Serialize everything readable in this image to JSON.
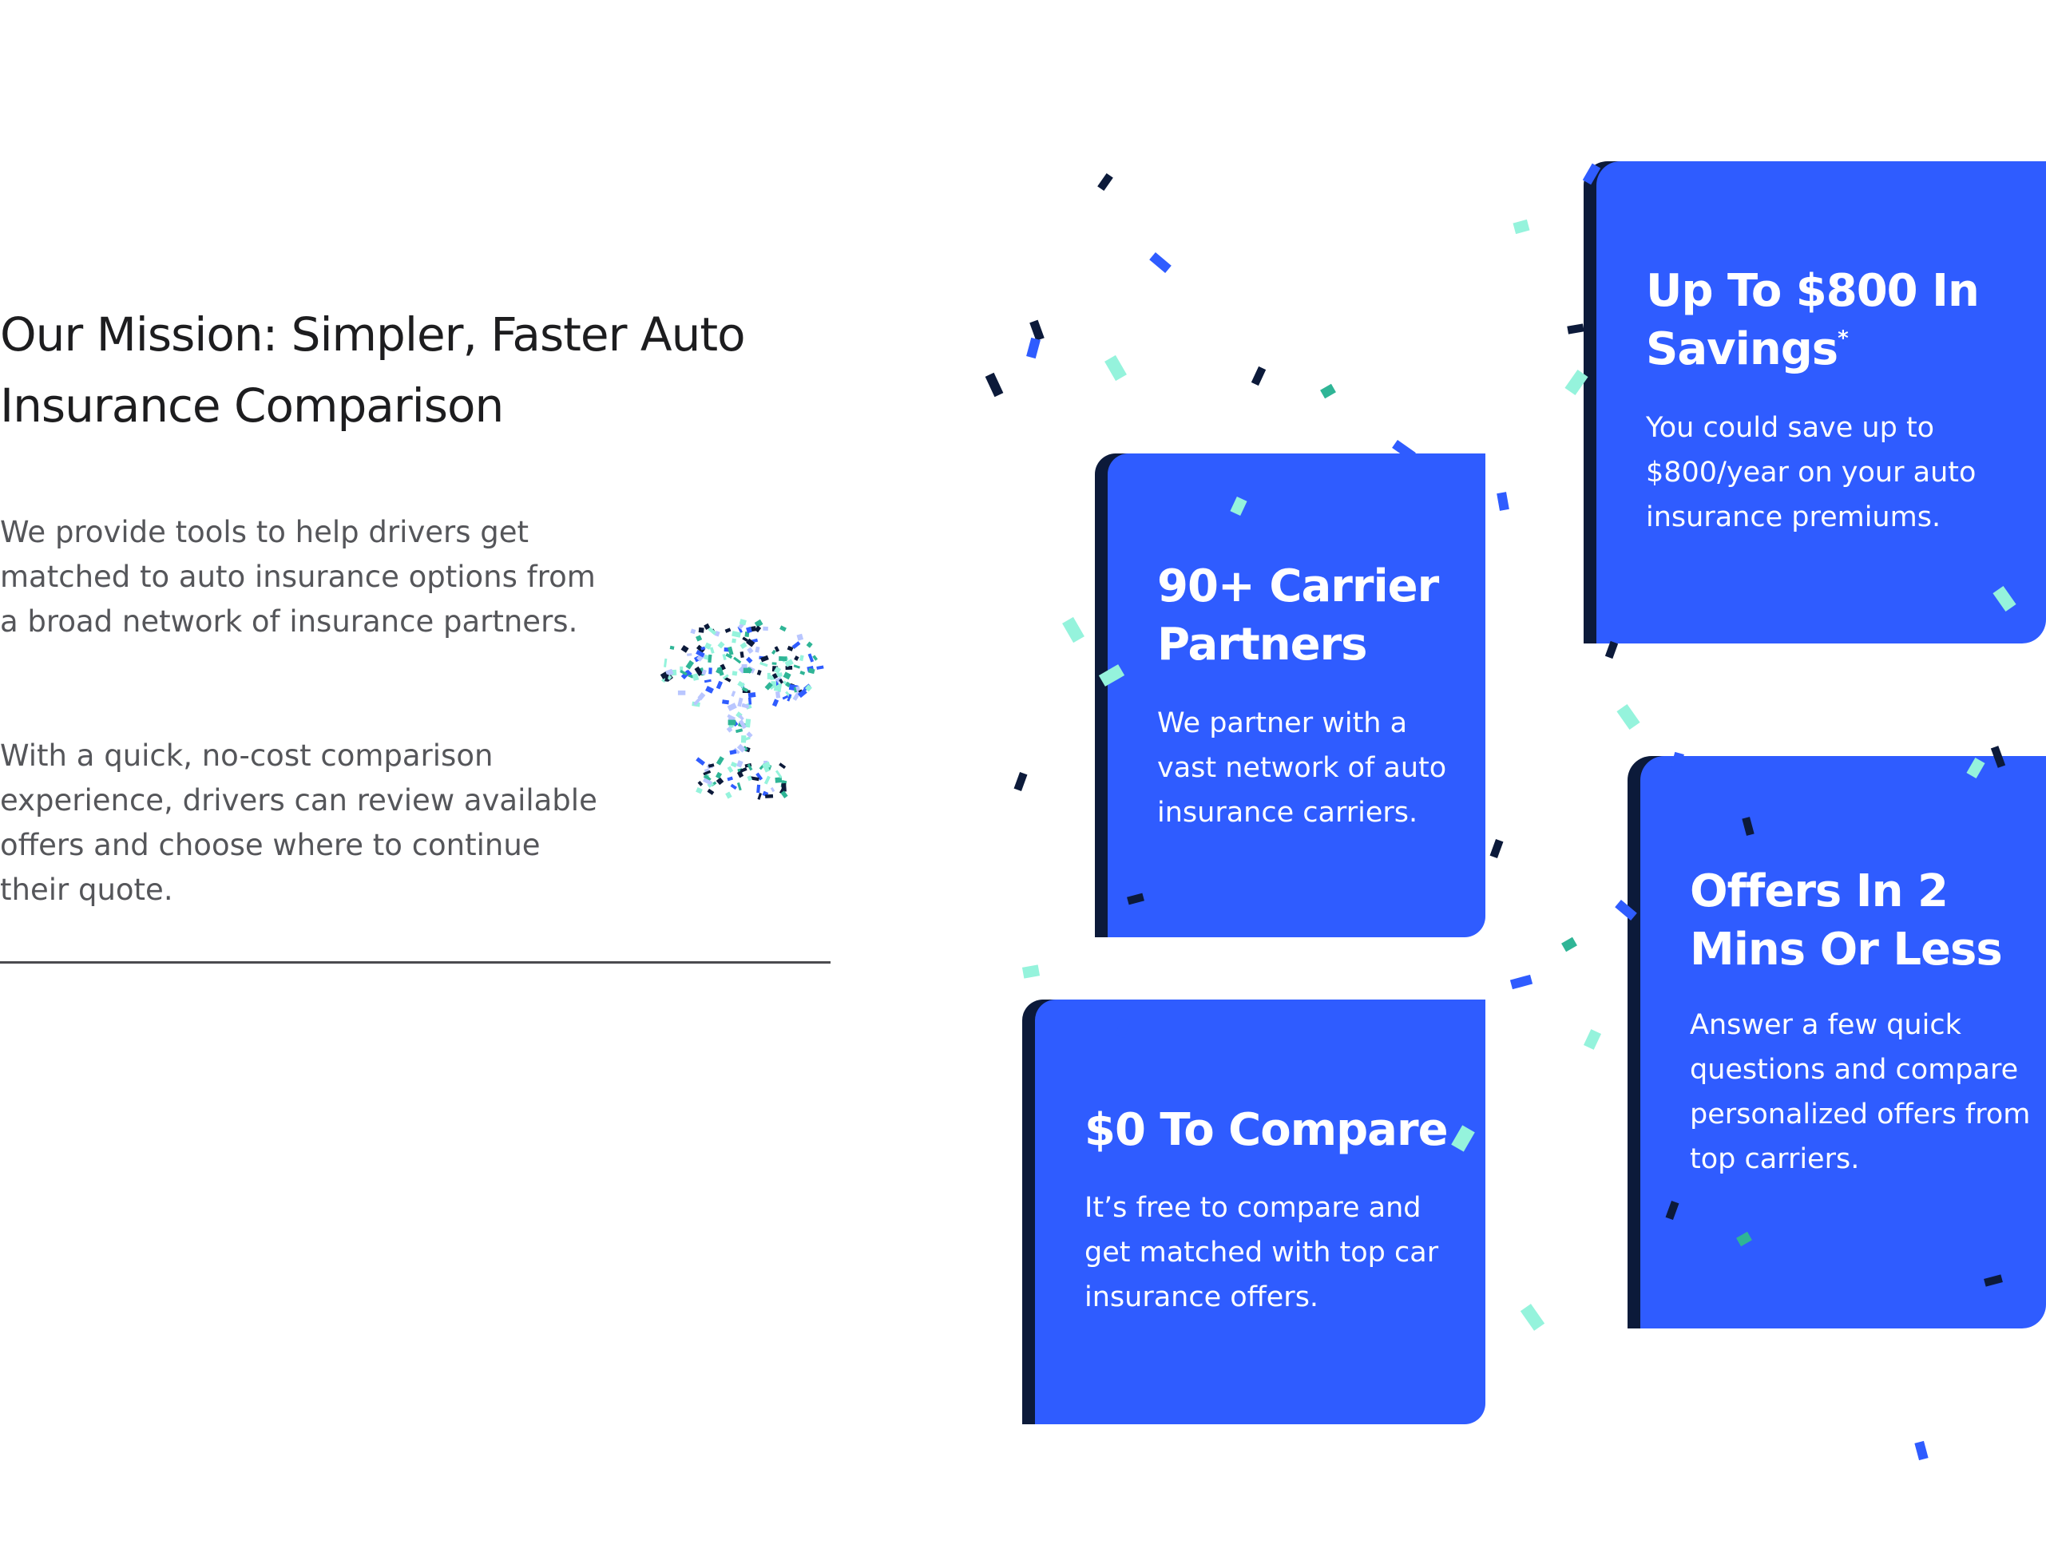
{
  "mission": {
    "title": "Our Mission: Simpler, Faster Auto Insurance Comparison",
    "paragraph_1": "We provide tools to help drivers get matched to auto insurance options from a broad network of insurance partners.",
    "paragraph_2": "With a quick, no-cost comparison experience, drivers can review available offers and choose where to continue their quote."
  },
  "cards": [
    {
      "title": "Up To $800 In Savings",
      "title_marker": "*",
      "description": "You could save up to $800/year on your auto insurance premiums."
    },
    {
      "title": "90+ Carrier Partners",
      "description": "We partner with a vast network of auto insurance carriers."
    },
    {
      "title": "$0 To Compare",
      "description": "It’s free to compare and get matched with top car insurance offers."
    },
    {
      "title": "Offers In 2 Mins Or Less",
      "description": "Answer a few quick questions and compare personalized offers from top carriers."
    }
  ],
  "colors": {
    "card_blue": "#2f5cff",
    "card_shadow": "#0c1a3a",
    "heading_text": "#1d1d1f",
    "body_text": "#55565a",
    "confetti": [
      "#0c1a3a",
      "#2f5cff",
      "#95f3dc",
      "#2fb596",
      "#b9c6ff"
    ]
  }
}
